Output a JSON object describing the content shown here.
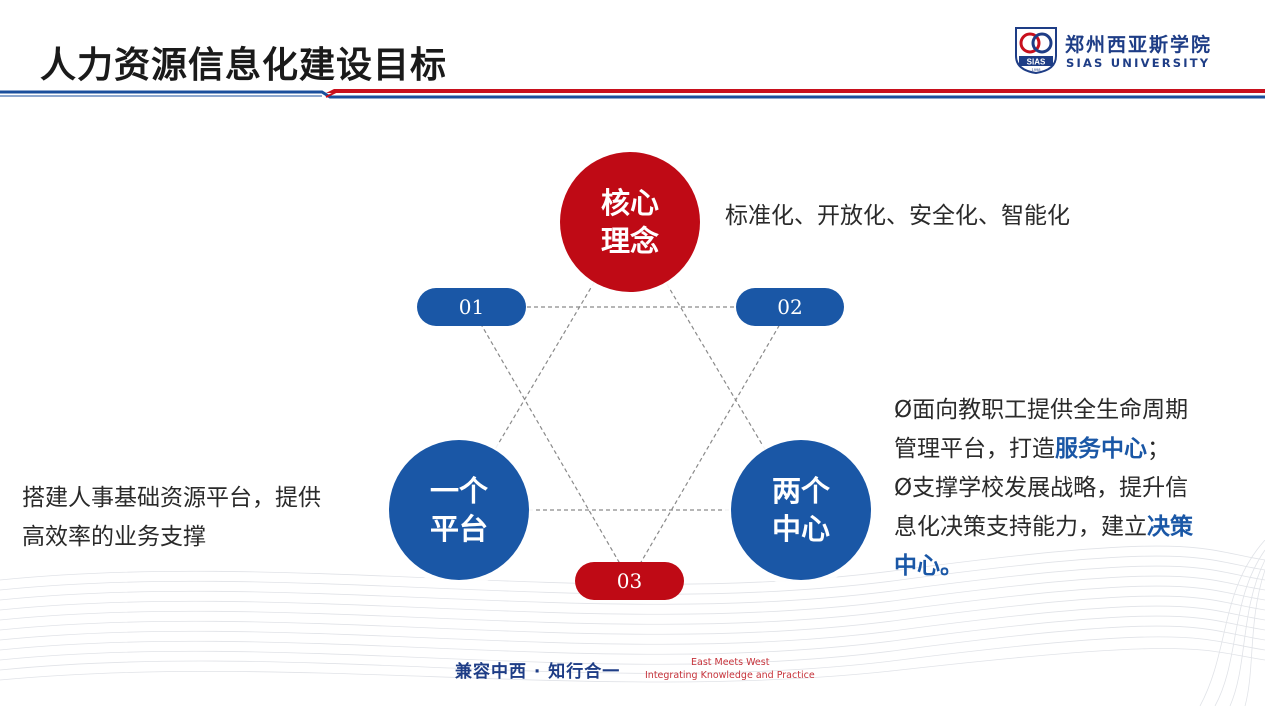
{
  "header": {
    "title": "人力资源信息化建设目标"
  },
  "logo": {
    "emblem_text": "SIAS",
    "emblem_year": "1998",
    "name_cn": "郑州西亚斯学院",
    "name_en": "SIAS UNIVERSITY"
  },
  "diagram": {
    "top": {
      "circle_line1": "核心",
      "circle_line2": "理念",
      "description": "标准化、开放化、安全化、智能化"
    },
    "left": {
      "circle_line1": "一个",
      "circle_line2": "平台",
      "desc_line1": "搭建人事基础资源平台，提供",
      "desc_line2": "高效率的业务支撑"
    },
    "right": {
      "circle_line1": "两个",
      "circle_line2": "中心",
      "line1": "Ø面向教职工提供全生命周期",
      "line2_prefix": "管理平台，打造",
      "line2_highlight": "服务中心",
      "line2_suffix": "；",
      "line3": "Ø支撑学校发展战略，提升信",
      "line4_prefix": "息化决策支持能力，建立",
      "line4_highlight": "决策",
      "line5_highlight": "中心。"
    },
    "labels": {
      "p01": "01",
      "p02": "02",
      "p03": "03"
    }
  },
  "footer": {
    "motto_cn": "兼容中西 · 知行合一",
    "motto_en_line1": "East Meets West",
    "motto_en_line2": "Integrating Knowledge and Practice"
  },
  "colors": {
    "brand_red": "#bf0a15",
    "brand_blue": "#1a57a6",
    "logo_navy": "#1e3d86"
  }
}
